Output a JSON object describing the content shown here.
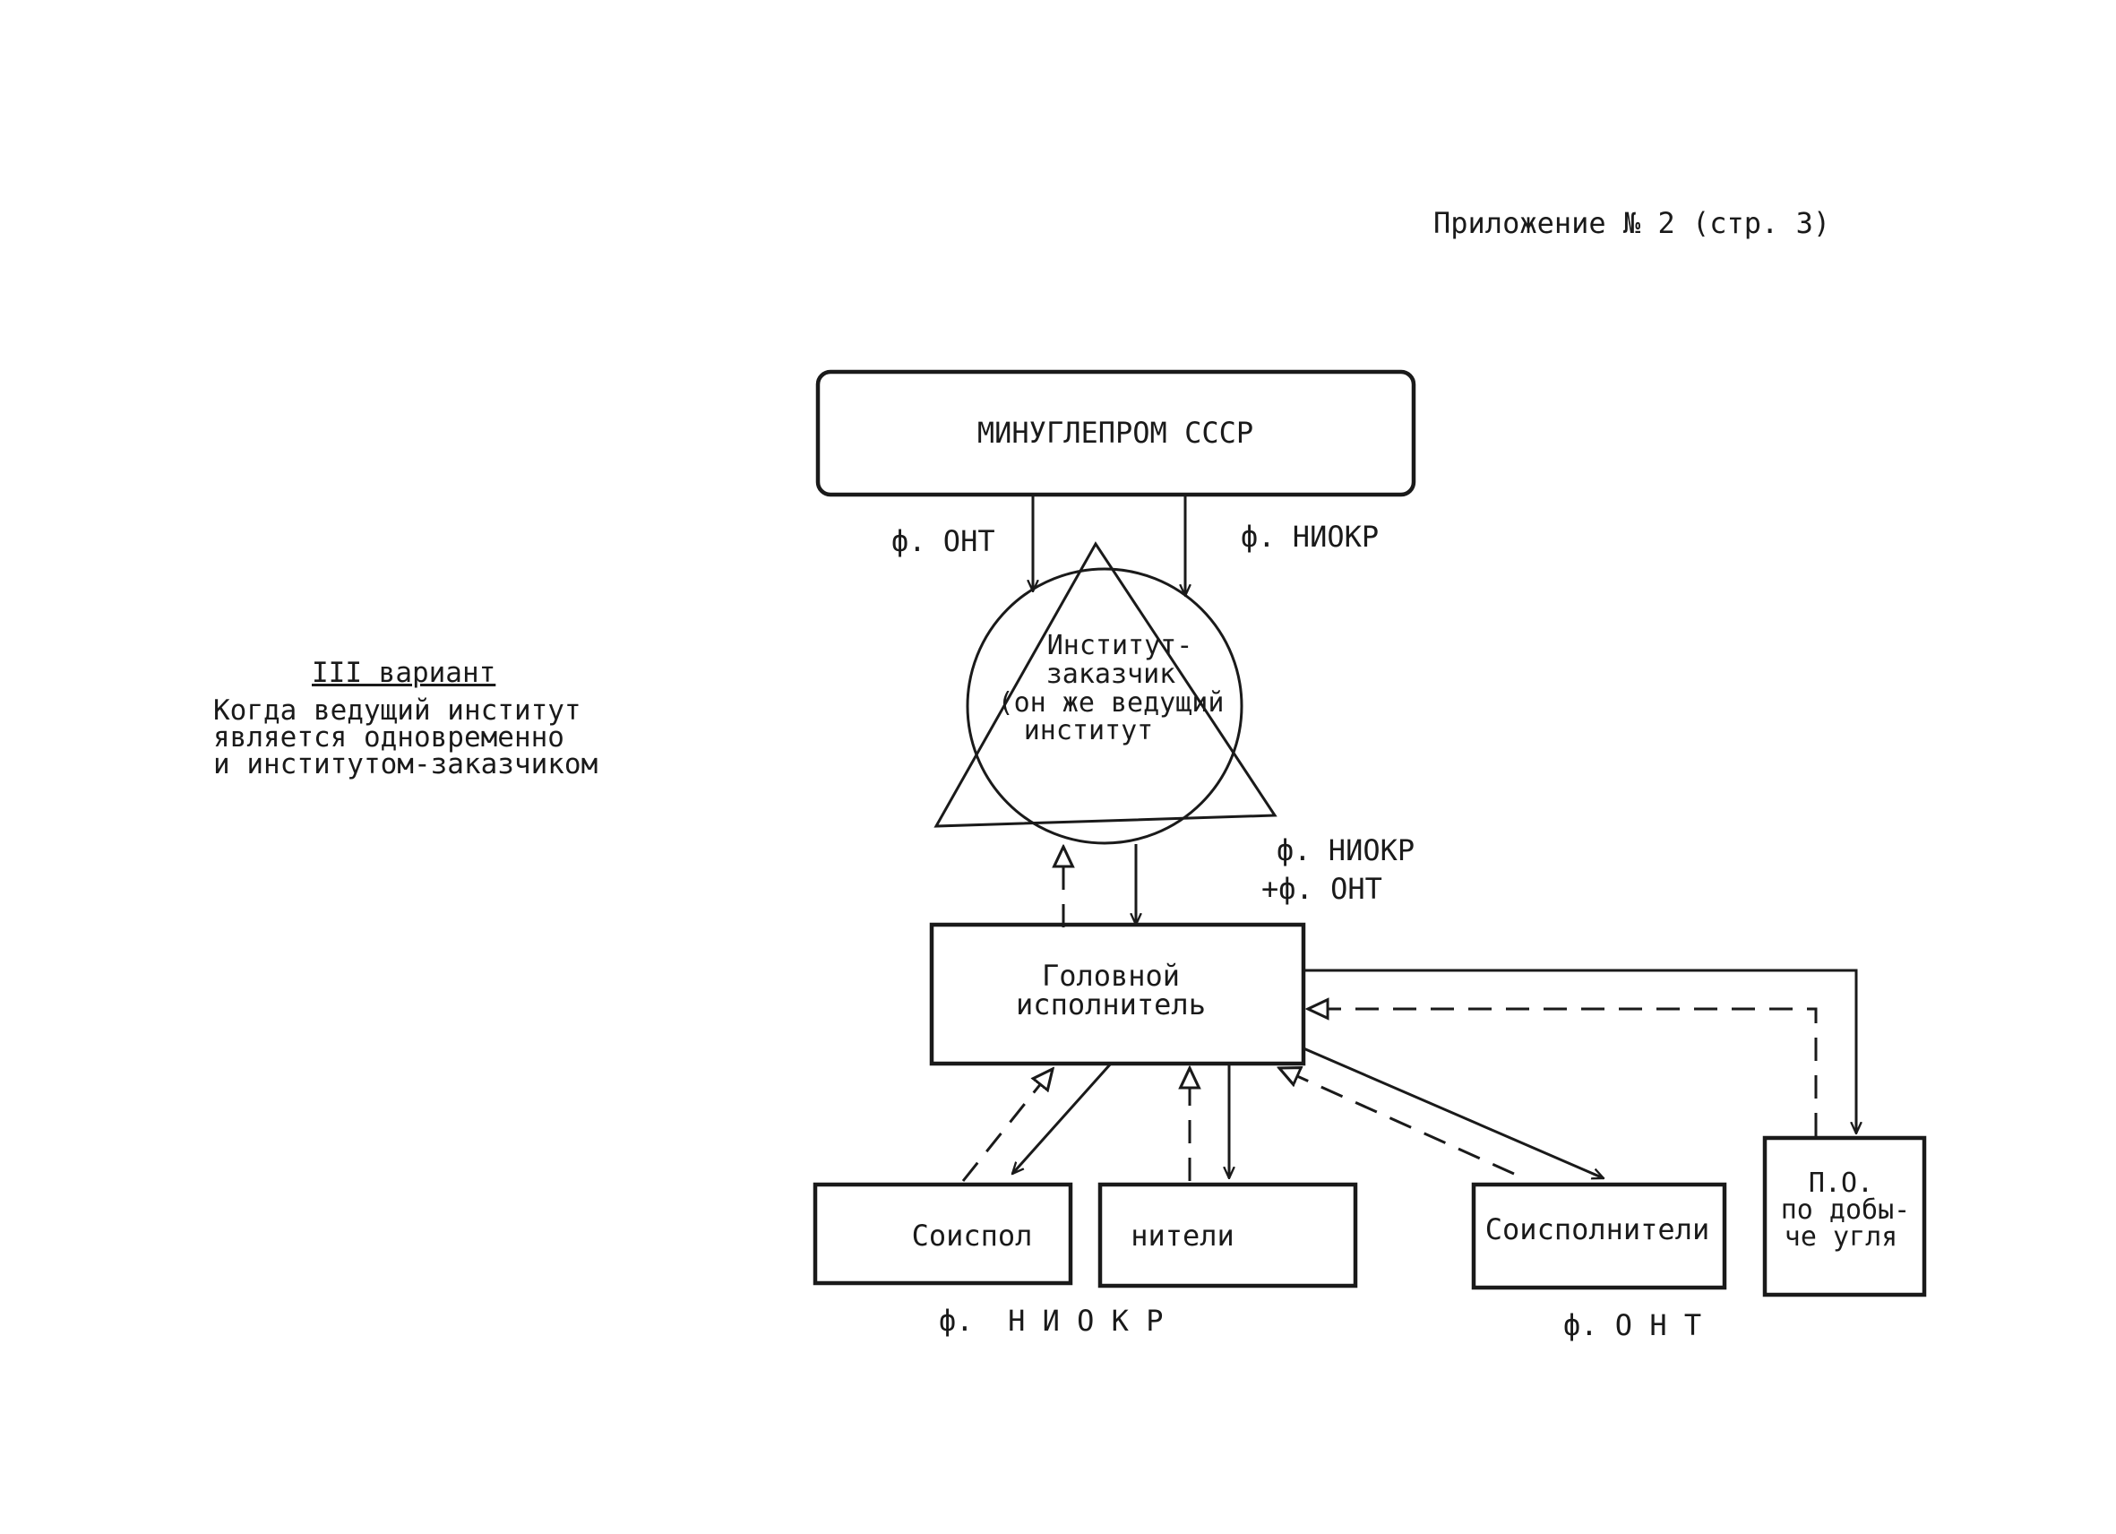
{
  "appendix_header": "Приложение № 2 (стр. 3)",
  "variant": {
    "title": "III вариант",
    "lines": [
      "Когда ведущий институт",
      "является одновременно",
      "и институтом-заказчиком"
    ]
  },
  "nodes": {
    "ministry": "МИНУГЛЕПРОМ СССР",
    "institute": [
      "Институт-",
      "заказчик",
      "(он же ведущий",
      "институт"
    ],
    "head_executor": [
      "Головной",
      "исполнитель"
    ],
    "coexec_left_a": "Соиспол",
    "coexec_left_b": "нители",
    "coexec_right": "Соисполнители",
    "production": [
      "П.О.",
      "по добы-",
      "че угля"
    ]
  },
  "labels": {
    "f_ont_top": "ф. ОНТ",
    "f_niokr_top": "ф. НИОКР",
    "f_niokr_mid": "ф. НИОКР",
    "f_ont_mid": "+ф. ОНТ",
    "f_niokr_bottom": "ф.  Н И О К Р",
    "f_ont_bottom": "ф. О Н Т"
  }
}
